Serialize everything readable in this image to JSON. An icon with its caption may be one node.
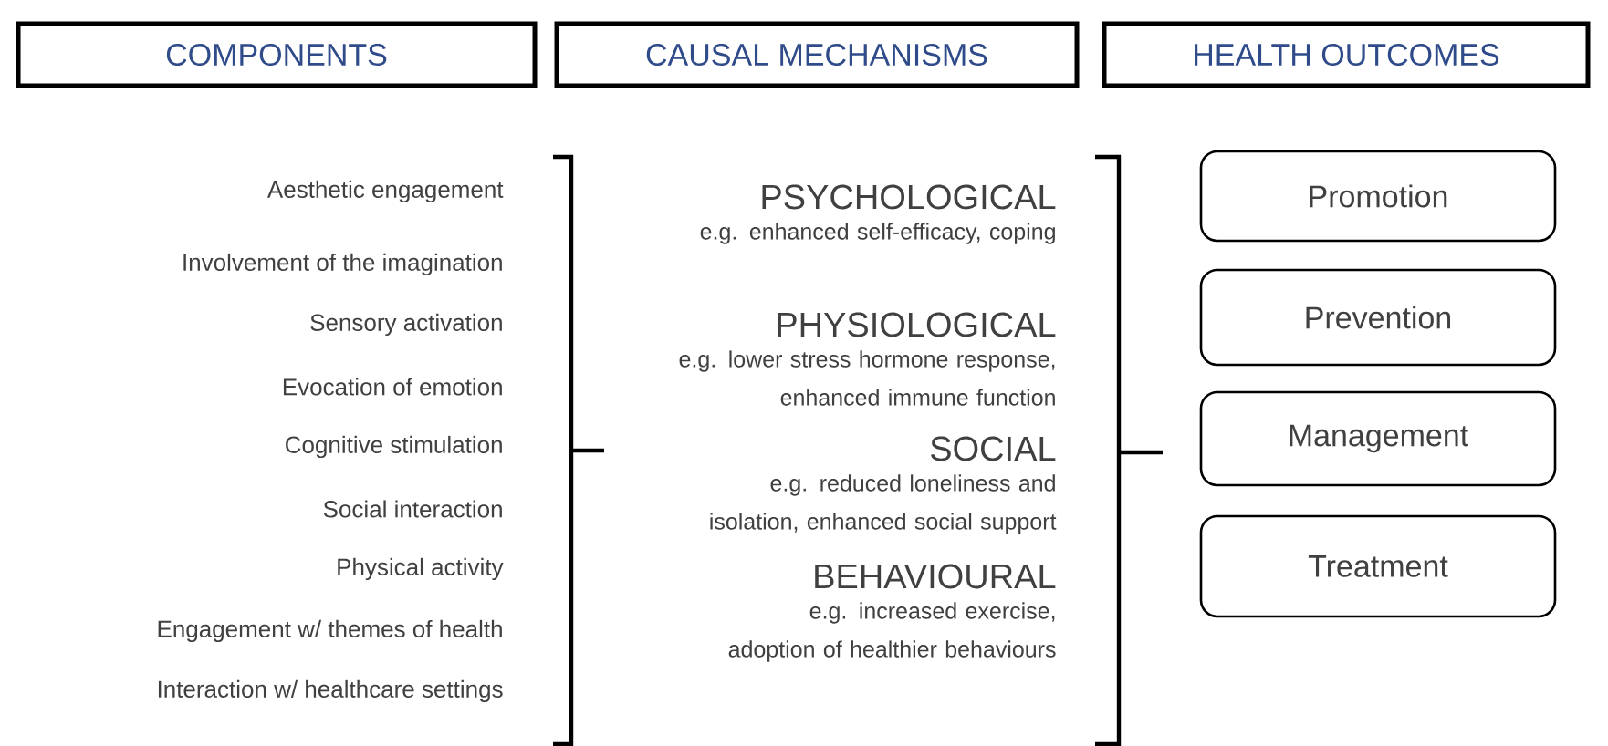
{
  "diagram": {
    "nodes": [
      {
        "text": [
          "COMPONENTS"
        ]
      },
      {
        "text": [
          "CAUSAL MECHANISMS"
        ]
      },
      {
        "text": [
          "HEALTH OUTCOMES"
        ]
      },
      {
        "text": [
          "Promotion"
        ]
      },
      {
        "text": [
          "Prevention"
        ]
      },
      {
        "text": [
          "Management"
        ]
      },
      {
        "text": [
          "Treatment"
        ]
      }
    ],
    "labels": [
      "Aesthetic engagement",
      "Involvement of the imagination",
      "Sensory activation",
      "Evocation of emotion",
      "Cognitive stimulation",
      "Social interaction",
      "Physical activity",
      "Engagement w/ themes of health",
      "Interaction w/ healthcare settings",
      "PSYCHOLOGICAL",
      "e.g. enhanced self-efficacy, coping",
      "PHYSIOLOGICAL",
      "e.g. lower stress hormone response, enhanced immune function",
      "SOCIAL",
      "e.g. reduced loneliness and isolation, enhanced social support",
      "BEHAVIOURAL",
      "e.g. increased exercise, adoption of healthier behaviours"
    ]
  }
}
